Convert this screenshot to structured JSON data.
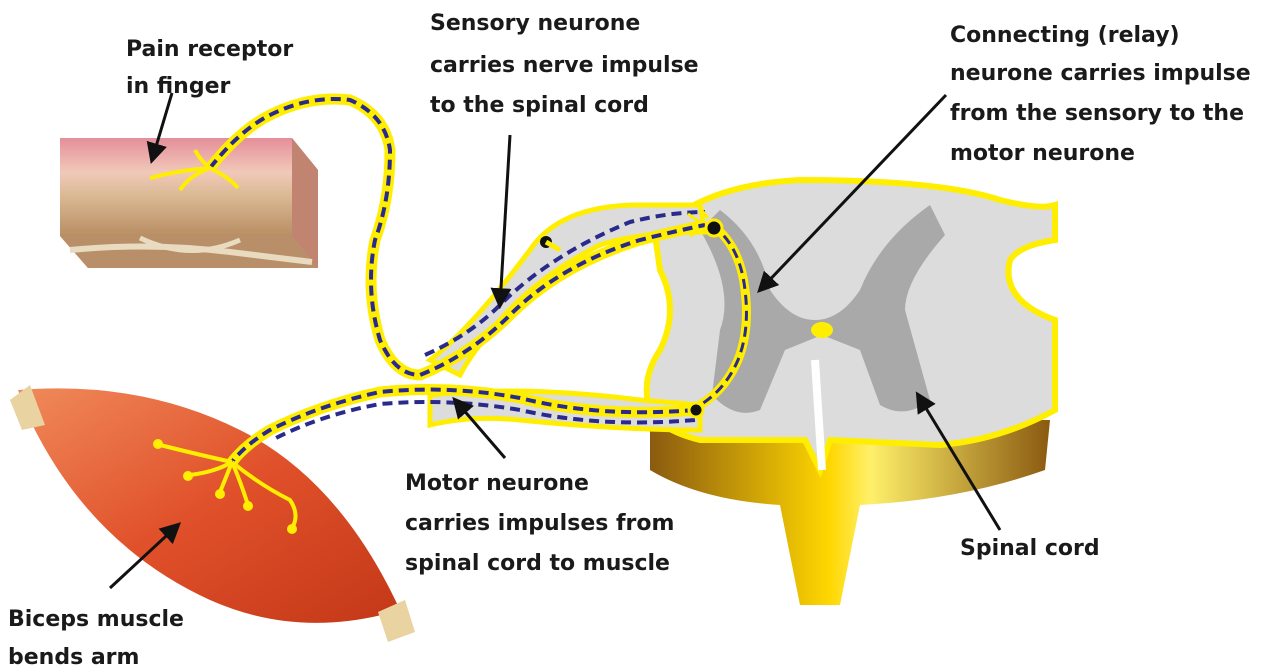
{
  "labels": {
    "pain_receptor": [
      "Pain receptor",
      "in finger"
    ],
    "sensory_neurone": [
      "Sensory neurone",
      "carries nerve impulse",
      "to the spinal cord"
    ],
    "relay_neurone": [
      "Connecting (relay)",
      "neurone carries impulse",
      "from the sensory to the",
      "motor neurone"
    ],
    "motor_neurone": [
      "Motor neurone",
      "carries impulses from",
      "spinal cord to muscle"
    ],
    "spinal_cord": [
      "Spinal cord"
    ],
    "biceps": [
      "Biceps muscle",
      "bends arm"
    ]
  },
  "colors": {
    "nerve_yellow": "#ffee00",
    "nerve_dash": "#2a2a8c",
    "grey_matter": "#a9a9a9",
    "white_matter": "#dcdcdc",
    "muscle": "#e0502a",
    "root_brown": "#b8860b",
    "arrow": "#111111"
  }
}
